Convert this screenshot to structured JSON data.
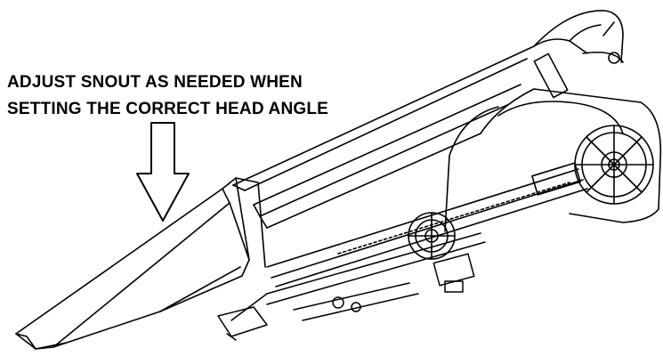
{
  "annotation": {
    "line1": "ADJUST SNOUT AS NEEDED WHEN",
    "line2": "SETTING THE CORRECT HEAD ANGLE"
  },
  "illustration": {
    "subject": "corn-head-row-unit-side-view",
    "arrow_direction": "down",
    "line_color": "#000000",
    "background_color": "#ffffff"
  }
}
